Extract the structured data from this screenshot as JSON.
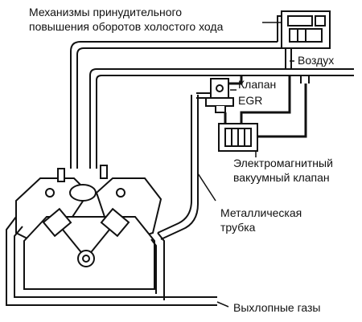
{
  "labels": {
    "idle_up_line1": "Механизмы принудительного",
    "idle_up_line2": "повышения оборотов холостого хода",
    "air": "Воздух",
    "egr_line1": "Клапан",
    "egr_line2": "EGR",
    "solenoid_line1": "Электромагнитный",
    "solenoid_line2": "вакуумный клапан",
    "tube_line1": "Металлическая",
    "tube_line2": "трубка",
    "exhaust": "Выхлопные газы"
  },
  "colors": {
    "line": "#111111",
    "background": "#ffffff"
  }
}
